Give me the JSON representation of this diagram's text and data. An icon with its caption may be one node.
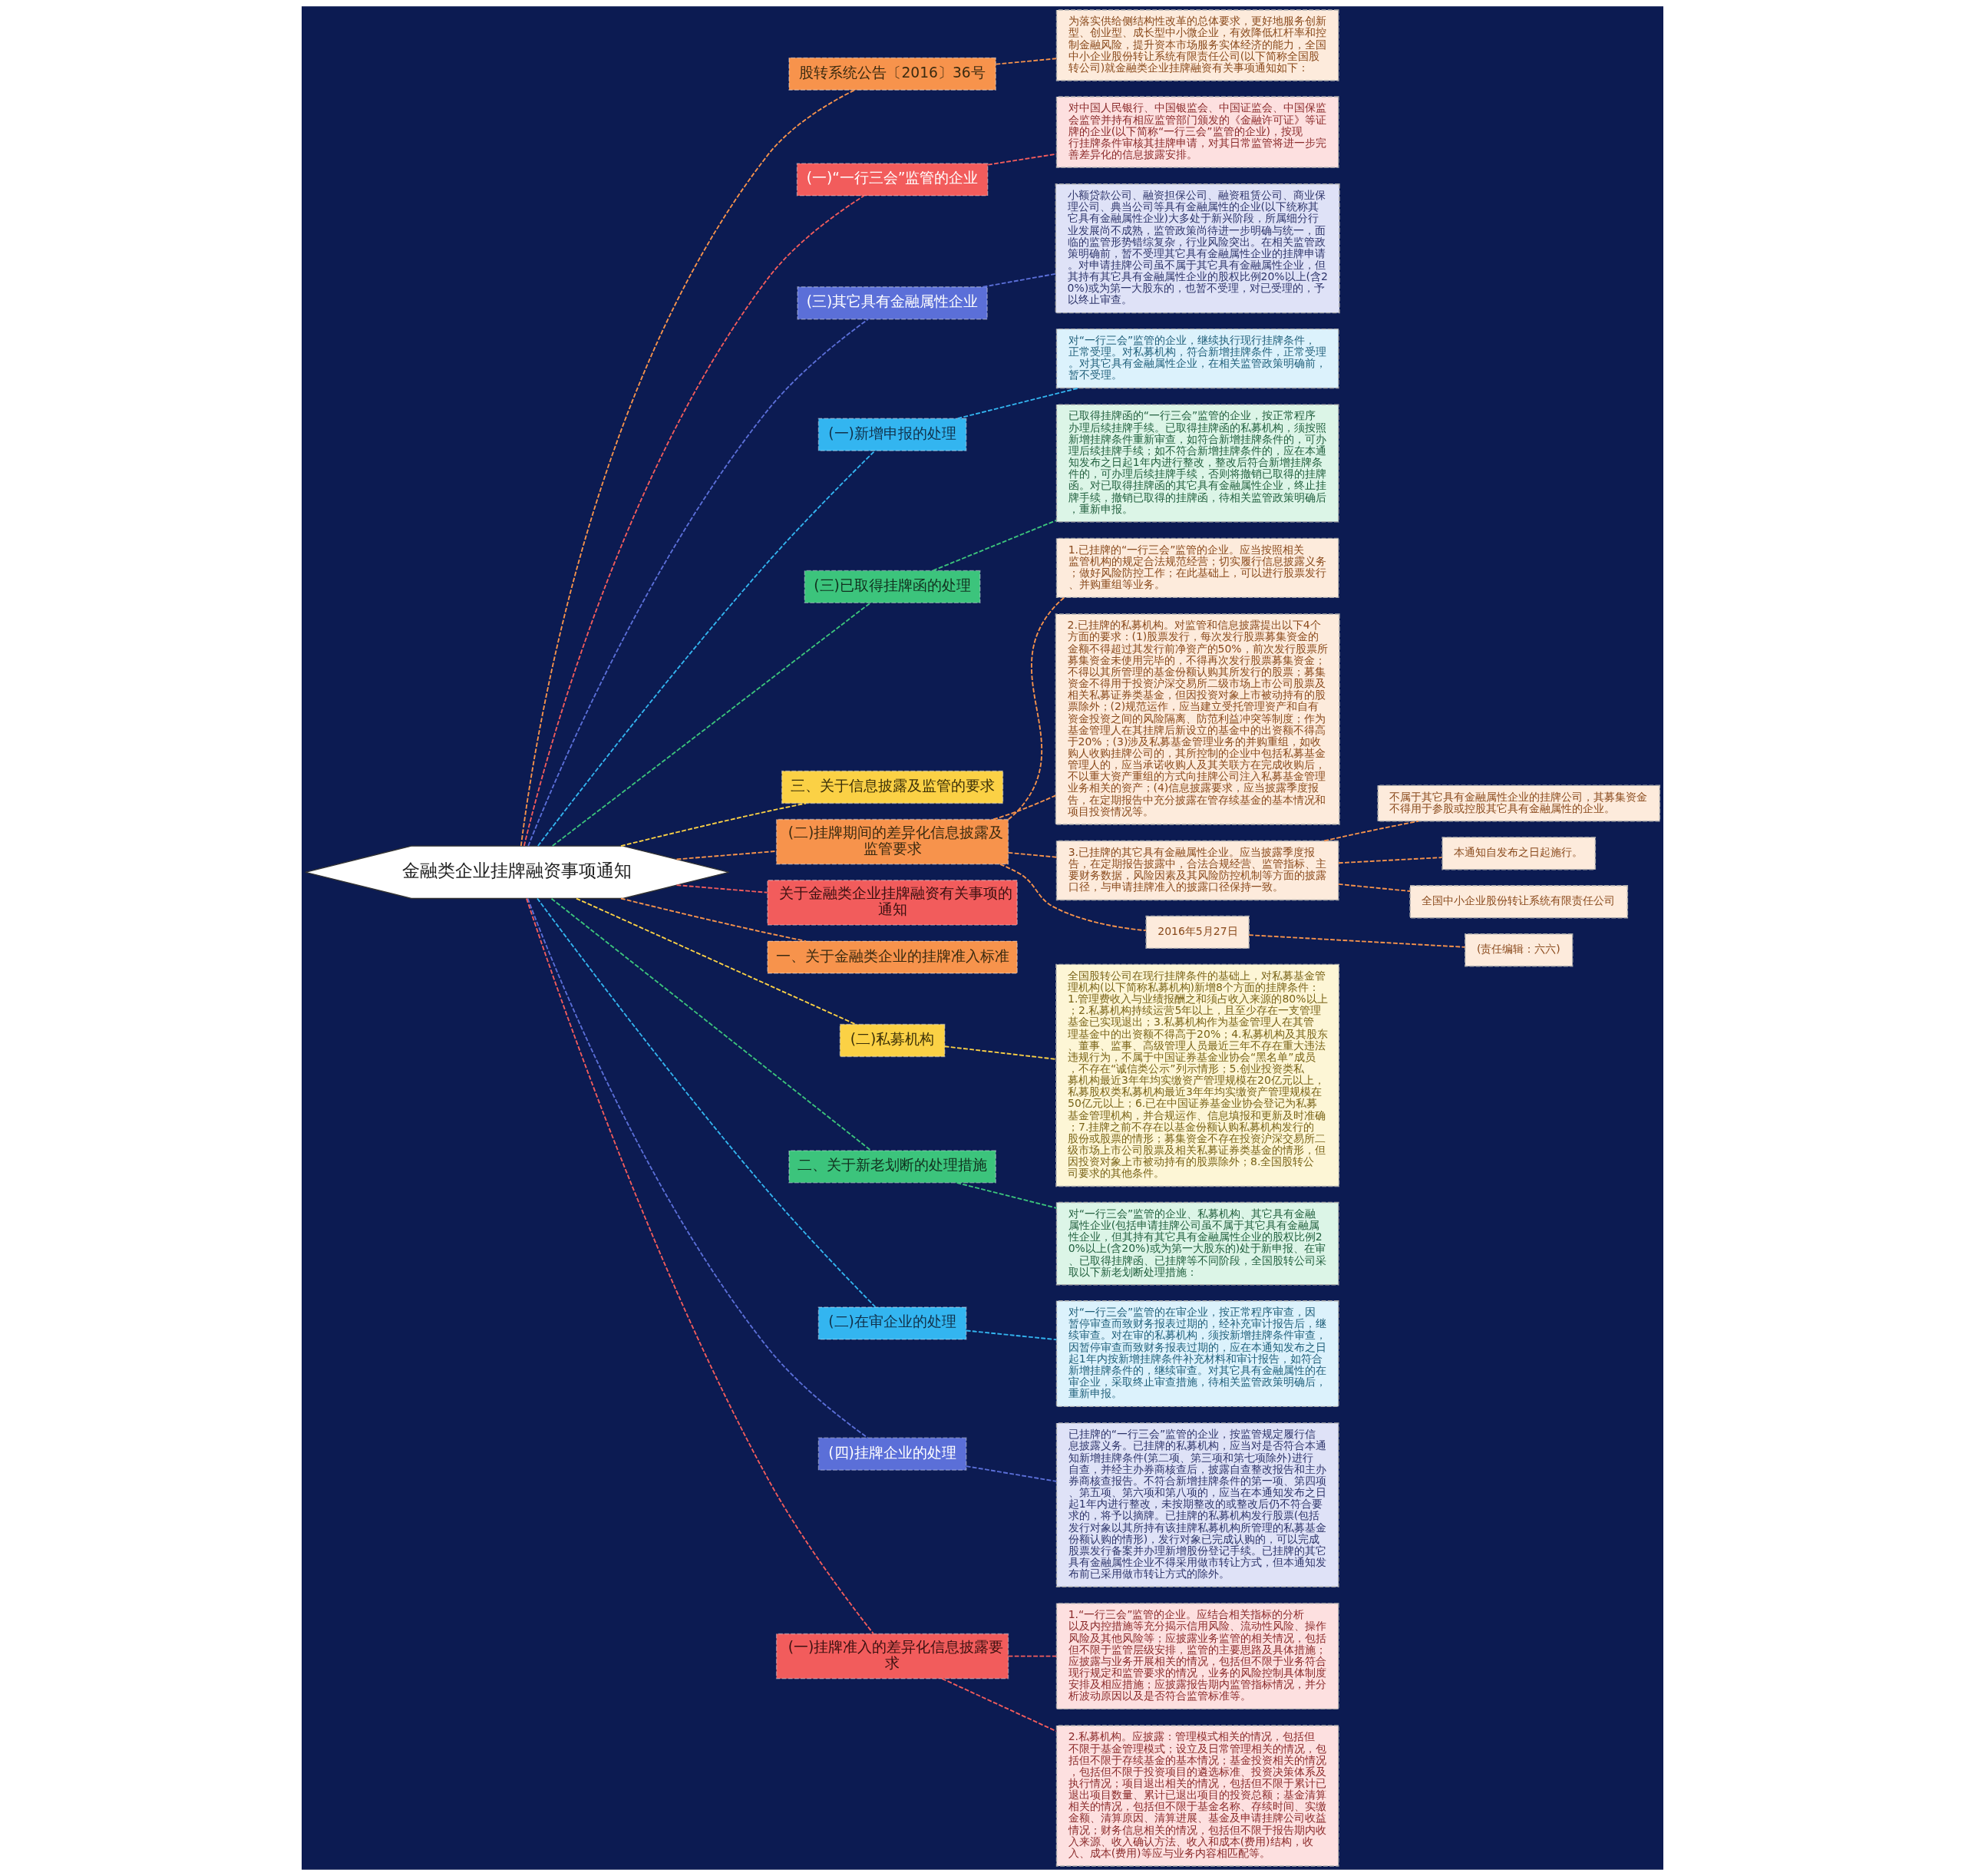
{
  "diagram": {
    "nodes": [
      {
        "text": [
          "金融类企业挂牌融资事项通知"
        ]
      },
      {
        "text": [
          "股转系统公告〔2016〕36号"
        ]
      },
      {
        "text": [
          "为落实供给侧结构性改革的总体要求，更好地服务创新型、创业型、成长型中小微企业，有效降低杠杆率和控制金融风险，提升资本市场服务实体经济的能力，全国中小企业股份转让系统有限责任公司(以下简称全国股转公司)就金融类企业挂牌融资有关事项通知如下："
        ]
      },
      {
        "text": [
          "(一)“一行三会”监管的企业"
        ]
      },
      {
        "text": [
          "对中国人民银行、中国银监会、中国证监会、中国保监会监管并持有相应监管部门颁发的《金融许可证》等证牌的企业(以下简称“一行三会”监管的企业)，按现行挂牌条件审核其挂牌申请，对其日常监管将进一步完善差异化的信息披露安排。"
        ]
      },
      {
        "text": [
          "(三)其它具有金融属性企业"
        ]
      },
      {
        "text": [
          "小额贷款公司、融资担保公司、融资租赁公司、商业保理公司、典当公司等具有金融属性的企业(以下统称其它具有金融属性企业)大多处于新兴阶段，所属细分行业发展尚不成熟，监管政策尚待进一步明确与统一，面临的监管形势错综复杂，行业风险突出。在相关监管政策明确前，暂不受理其它具有金融属性企业的挂牌申请。对申请挂牌公司虽不属于其它具有金融属性企业，但其持有其它具有金融属性企业的股权比例20%以上(含20%)或为第一大股东的，也暂不受理，对已受理的，予以终止审查。"
        ]
      },
      {
        "text": [
          "(一)新增申报的处理"
        ]
      },
      {
        "text": [
          "对“一行三会”监管的企业，继续执行现行挂牌条件，正常受理。对私募机构，符合新增挂牌条件，正常受理。对其它具有金融属性企业，在相关监管政策明确前，暂不受理。"
        ]
      },
      {
        "text": [
          "(三)已取得挂牌函的处理"
        ]
      },
      {
        "text": [
          "已取得挂牌函的“一行三会”监管的企业，按正常程序办理后续挂牌手续。已取得挂牌函的私募机构，须按照新增挂牌条件重新审查，如符合新增挂牌条件的，可办理后续挂牌手续；如不符合新增挂牌条件的，应在本通知发布之日起1年内进行整改，整改后符合新增挂牌条件的，可办理后续挂牌手续，否则将撤销已取得的挂牌函。对已取得挂牌函的其它具有金融属性企业，终止挂牌手续，撤销已取得的挂牌函，待相关监管政策明确后，重新申报。"
        ]
      },
      {
        "text": [
          "三、关于信息披露及监管的要求"
        ]
      },
      {
        "text": [
          "(二)挂牌期间的差异化信息披露及监管要求"
        ]
      },
      {
        "text": [
          "1.已挂牌的“一行三会”监管的企业。应当按照相关监管机构的规定合法规范经营；切实履行信息披露义务；做好风险防控工作；在此基础上，可以进行股票发行、并购重组等业务。"
        ]
      },
      {
        "text": [
          "2.已挂牌的私募机构。对监管和信息披露提出以下4个方面的要求：(1)股票发行，每次发行股票募集资金的金额不得超过其发行前净资产的50%，前次发行股票所募集资金未使用完毕的，不得再次发行股票募集资金；不得以其所管理的基金份额认购其所发行的股票；募集资金不得用于投资沪深交易所二级市场上市公司股票及相关私募证券类基金，但因投资对象上市被动持有的股票除外；(2)规范运作，应当建立受托管理资产和自有资金投资之间的风险隔离、防范利益冲突等制度；作为基金管理人在其挂牌后新设立的基金中的出资额不得高于20%；(3)涉及私募基金管理业务的并购重组，如收购人收购挂牌公司的，其所控制的企业中包括私募基金管理人的，应当承诺收购人及其关联方在完成收购后，不以重大资产重组的方式向挂牌公司注入私募基金管理业务相关的资产；(4)信息披露要求，应当披露季度报告，在定期报告中充分披露在管存续基金的基本情况和项目投资情况等。"
        ]
      },
      {
        "text": [
          "3.已挂牌的其它具有金融属性企业。应当披露季度报告，在定期报告披露中，合法合规经营、监管指标、主要财务数据，风险因素及其风险防控机制等方面的披露口径，与申请挂牌准入的披露口径保持一致。"
        ]
      },
      {
        "text": [
          "不属于其它具有金融属性企业的挂牌公司，其募集资金不得用于参股或控股其它具有金融属性的企业。"
        ]
      },
      {
        "text": [
          "本通知自发布之日起施行。"
        ]
      },
      {
        "text": [
          "全国中小企业股份转让系统有限责任公司"
        ]
      },
      {
        "text": [
          "2016年5月27日"
        ]
      },
      {
        "text": [
          "(责任编辑：六六)"
        ]
      },
      {
        "text": [
          "关于金融类企业挂牌融资有关事项的通知"
        ]
      },
      {
        "text": [
          "一、关于金融类企业的挂牌准入标准"
        ]
      },
      {
        "text": [
          "(二)私募机构"
        ]
      },
      {
        "text": [
          "全国股转公司在现行挂牌条件的基础上，对私募基金管理机构(以下简称私募机构)新增8个方面的挂牌条件：1.管理费收入与业绩报酬之和须占收入来源的80%以上；2.私募机构持续运营5年以上，且至少存在一支管理基金已实现退出；3.私募机构作为基金管理人在其管理基金中的出资额不得高于20%；4.私募机构及其股东、董事、监事、高级管理人员最近三年不存在重大违法违规行为，不属于中国证券基金业协会“黑名单”成员，不存在“诚信类公示”列示情形；5.创业投资类私募机构最近3年年均实缴资产管理规模在20亿元以上，私募股权类私募机构最近3年年均实缴资产管理规模在50亿元以上；6.已在中国证券基金业协会登记为私募基金管理机构，并合规运作、信息填报和更新及时准确；7.挂牌之前不存在以基金份额认购私募机构发行的股份或股票的情形；募集资金不存在投资沪深交易所二级市场上市公司股票及相关私募证券类基金的情形，但因投资对象上市被动持有的股票除外；8.全国股转公司要求的其他条件。"
        ]
      },
      {
        "text": [
          "二、关于新老划断的处理措施"
        ]
      },
      {
        "text": [
          "对“一行三会”监管的企业、私募机构、其它具有金融属性企业(包括申请挂牌公司虽不属于其它具有金融属性企业，但其持有其它具有金融属性企业的股权比例20%以上(含20%)或为第一大股东的)处于新申报、在审、已取得挂牌函、已挂牌等不同阶段，全国股转公司采取以下新老划断处理措施："
        ]
      },
      {
        "text": [
          "(二)在审企业的处理"
        ]
      },
      {
        "text": [
          "对“一行三会”监管的在审企业，按正常程序审查，因暂停审查而致财务报表过期的，经补充审计报告后，继续审查。对在审的私募机构，须按新增挂牌条件审查，因暂停审查而致财务报表过期的，应在本通知发布之日起1年内按新增挂牌条件补充材料和审计报告，如符合新增挂牌条件的，继续审查。对其它具有金融属性的在审企业，采取终止审查措施，待相关监管政策明确后，重新申报。"
        ]
      },
      {
        "text": [
          "(四)挂牌企业的处理"
        ]
      },
      {
        "text": [
          "已挂牌的“一行三会”监管的企业，按监管规定履行信息披露义务。已挂牌的私募机构，应当对是否符合本通知新增挂牌条件(第二项、第三项和第七项除外)进行自查，并经主办券商核查后，披露自查整改报告和主办券商核查报告。不符合新增挂牌条件的第一项、第四项、第五项、第六项和第八项的，应当在本通知发布之日起1年内进行整改，未按期整改的或整改后仍不符合要求的，将予以摘牌。已挂牌的私募机构发行股票(包括发行对象以其所持有该挂牌私募机构所管理的私募基金份额认购的情形)，发行对象已完成认购的，可以完成股票发行备案并办理新增股份登记手续。已挂牌的其它具有金融属性企业不得采用做市转让方式，但本通知发布前已采用做市转让方式的除外。"
        ]
      },
      {
        "text": [
          "(一)挂牌准入的差异化信息披露要求"
        ]
      },
      {
        "text": [
          "1.“一行三会”监管的企业。应结合相关指标的分析以及内控措施等充分揭示信用风险、流动性风险、操作风险及其他风险等；应披露业务监管的相关情况，包括但不限于监管层级安排，监管的主要思路及具体措施；应披露与业务开展相关的情况，包括但不限于业务符合现行规定和监管要求的情况，业务的风险控制具体制度安排及相应措施；应披露报告期内监管指标情况，并分析波动原因以及是否符合监管标准等。"
        ]
      },
      {
        "text": [
          "2.私募机构。应披露：管理模式相关的情况，包括但不限于基金管理模式；设立及日常管理相关的情况，包括但不限于存续基金的基本情况；基金投资相关的情况，包括但不限于投资项目的遴选标准、投资决策体系及执行情况；项目退出相关的情况，包括但不限于累计已退出项目数量、累计已退出项目的投资总额；基金清算相关的情况，包括但不限于基金名称、存续时间、实缴金额、清算原因、清算进展、基金及申请挂牌公司收益情况；财务信息相关的情况，包括但不限于报告期内收入来源、收入确认方法、收入和成本(费用)结构，收入、成本(费用)等应与业务内容相匹配等。"
        ]
      }
    ],
    "edges": [
      {
        "from": 0,
        "to": 1,
        "arrow": "none",
        "style": "dashed",
        "color": "#f7934c"
      },
      {
        "from": 1,
        "to": 2,
        "arrow": "none",
        "style": "dashed",
        "color": "#f7934c"
      },
      {
        "from": 0,
        "to": 3,
        "arrow": "none",
        "style": "dashed",
        "color": "#f25c5c"
      },
      {
        "from": 3,
        "to": 4,
        "arrow": "none",
        "style": "dashed",
        "color": "#f25c5c"
      },
      {
        "from": 0,
        "to": 5,
        "arrow": "none",
        "style": "dashed",
        "color": "#5b6fd8"
      },
      {
        "from": 5,
        "to": 6,
        "arrow": "none",
        "style": "dashed",
        "color": "#5b6fd8"
      },
      {
        "from": 0,
        "to": 7,
        "arrow": "none",
        "style": "dashed",
        "color": "#33b5f0"
      },
      {
        "from": 7,
        "to": 8,
        "arrow": "none",
        "style": "dashed",
        "color": "#33b5f0"
      },
      {
        "from": 0,
        "to": 9,
        "arrow": "none",
        "style": "dashed",
        "color": "#3cc47c"
      },
      {
        "from": 9,
        "to": 10,
        "arrow": "none",
        "style": "dashed",
        "color": "#3cc47c"
      },
      {
        "from": 0,
        "to": 11,
        "arrow": "none",
        "style": "dashed",
        "color": "#fbd145"
      },
      {
        "from": 0,
        "to": 12,
        "arrow": "none",
        "style": "dashed",
        "color": "#f7934c"
      },
      {
        "from": 12,
        "to": 13,
        "arrow": "none",
        "style": "dashed",
        "color": "#f7934c"
      },
      {
        "from": 12,
        "to": 14,
        "arrow": "none",
        "style": "dashed",
        "color": "#f7934c"
      },
      {
        "from": 12,
        "to": 15,
        "arrow": "none",
        "style": "dashed",
        "color": "#f7934c"
      },
      {
        "from": 15,
        "to": 16,
        "arrow": "none",
        "style": "dashed",
        "color": "#f7934c"
      },
      {
        "from": 15,
        "to": 17,
        "arrow": "none",
        "style": "dashed",
        "color": "#f7934c"
      },
      {
        "from": 15,
        "to": 18,
        "arrow": "none",
        "style": "dashed",
        "color": "#f7934c"
      },
      {
        "from": 12,
        "to": 19,
        "arrow": "none",
        "style": "dashed",
        "color": "#f7934c"
      },
      {
        "from": 19,
        "to": 20,
        "arrow": "none",
        "style": "dashed",
        "color": "#f7934c"
      },
      {
        "from": 0,
        "to": 21,
        "arrow": "none",
        "style": "dashed",
        "color": "#f25c5c"
      },
      {
        "from": 0,
        "to": 22,
        "arrow": "none",
        "style": "dashed",
        "color": "#f7934c"
      },
      {
        "from": 0,
        "to": 23,
        "arrow": "none",
        "style": "dashed",
        "color": "#fbd145"
      },
      {
        "from": 23,
        "to": 24,
        "arrow": "none",
        "style": "dashed",
        "color": "#fbd145"
      },
      {
        "from": 0,
        "to": 25,
        "arrow": "none",
        "style": "dashed",
        "color": "#3cc47c"
      },
      {
        "from": 25,
        "to": 26,
        "arrow": "none",
        "style": "dashed",
        "color": "#3cc47c"
      },
      {
        "from": 0,
        "to": 27,
        "arrow": "none",
        "style": "dashed",
        "color": "#33b5f0"
      },
      {
        "from": 27,
        "to": 28,
        "arrow": "none",
        "style": "dashed",
        "color": "#33b5f0"
      },
      {
        "from": 0,
        "to": 29,
        "arrow": "none",
        "style": "dashed",
        "color": "#5b6fd8"
      },
      {
        "from": 29,
        "to": 30,
        "arrow": "none",
        "style": "dashed",
        "color": "#5b6fd8"
      },
      {
        "from": 0,
        "to": 31,
        "arrow": "none",
        "style": "dashed",
        "color": "#f25c5c"
      },
      {
        "from": 31,
        "to": 32,
        "arrow": "none",
        "style": "dashed",
        "color": "#f25c5c"
      },
      {
        "from": 31,
        "to": 33,
        "arrow": "none",
        "style": "dashed",
        "color": "#f25c5c"
      }
    ]
  }
}
